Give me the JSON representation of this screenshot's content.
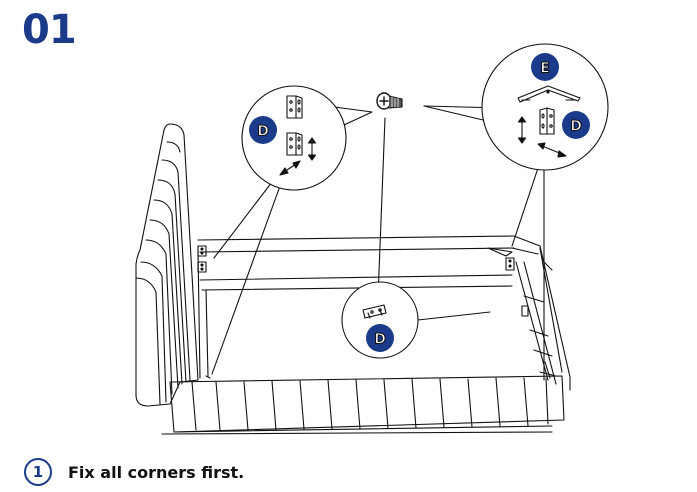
{
  "step": {
    "number": "01"
  },
  "parts": {
    "bracket_d": "D",
    "bracket_e": "E"
  },
  "instruction": {
    "index": "1",
    "text": "Fix all corners first."
  },
  "colors": {
    "brand_blue": "#1a3a8a",
    "line": "#111111"
  }
}
